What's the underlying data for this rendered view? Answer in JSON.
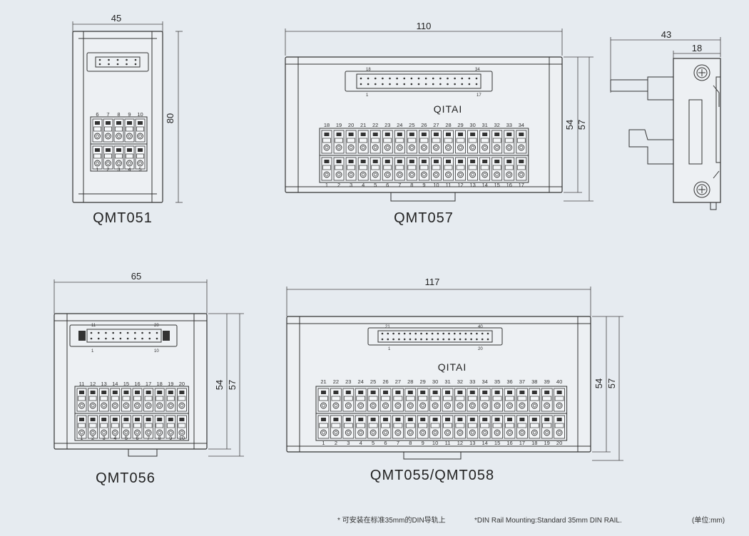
{
  "modules": {
    "qmt051": {
      "name": "QMT051",
      "width": "45",
      "height": "80",
      "top_pins": [
        "6",
        "7",
        "8",
        "9",
        "10"
      ],
      "bottom_pins": [
        "1",
        "2",
        "3",
        "4",
        "5"
      ]
    },
    "qmt057": {
      "name": "QMT057",
      "width": "110",
      "height_inner": "54",
      "height_outer": "57",
      "brand": "QITAI",
      "conn_top_left": "18",
      "conn_top_right": "34",
      "conn_bottom_left": "1",
      "conn_bottom_right": "17",
      "top_pins": [
        "18",
        "19",
        "20",
        "21",
        "22",
        "23",
        "24",
        "25",
        "26",
        "27",
        "28",
        "29",
        "30",
        "31",
        "32",
        "33",
        "34"
      ],
      "bottom_pins": [
        "1",
        "2",
        "3",
        "4",
        "5",
        "6",
        "7",
        "8",
        "9",
        "10",
        "11",
        "12",
        "13",
        "14",
        "15",
        "16",
        "17"
      ]
    },
    "side": {
      "width_total": "43",
      "width_body": "18"
    },
    "qmt056": {
      "name": "QMT056",
      "width": "65",
      "height_inner": "54",
      "height_outer": "57",
      "conn_top_left": "11",
      "conn_top_right": "20",
      "conn_bottom_left": "1",
      "conn_bottom_right": "10",
      "top_pins": [
        "11",
        "12",
        "13",
        "14",
        "15",
        "16",
        "17",
        "18",
        "19",
        "20"
      ],
      "bottom_pins": [
        "1",
        "2",
        "3",
        "4",
        "5",
        "6",
        "7",
        "8",
        "9",
        "10"
      ]
    },
    "qmt055": {
      "name": "QMT055/QMT058",
      "width": "117",
      "height_inner": "54",
      "height_outer": "57",
      "brand": "QITAI",
      "conn_top_left": "21",
      "conn_top_right": "40",
      "conn_bottom_left": "1",
      "conn_bottom_right": "20",
      "top_pins": [
        "21",
        "22",
        "23",
        "24",
        "25",
        "26",
        "27",
        "28",
        "29",
        "30",
        "31",
        "32",
        "33",
        "34",
        "35",
        "36",
        "37",
        "38",
        "39",
        "40"
      ],
      "bottom_pins": [
        "1",
        "2",
        "3",
        "4",
        "5",
        "6",
        "7",
        "8",
        "9",
        "10",
        "11",
        "12",
        "13",
        "14",
        "15",
        "16",
        "17",
        "18",
        "19",
        "20"
      ]
    }
  },
  "notes": {
    "cn": "* 可安装在标准35mm的DIN导轨上",
    "en": "*DIN Rail Mounting:Standard 35mm DIN RAIL.",
    "unit": "(单位:mm)"
  }
}
